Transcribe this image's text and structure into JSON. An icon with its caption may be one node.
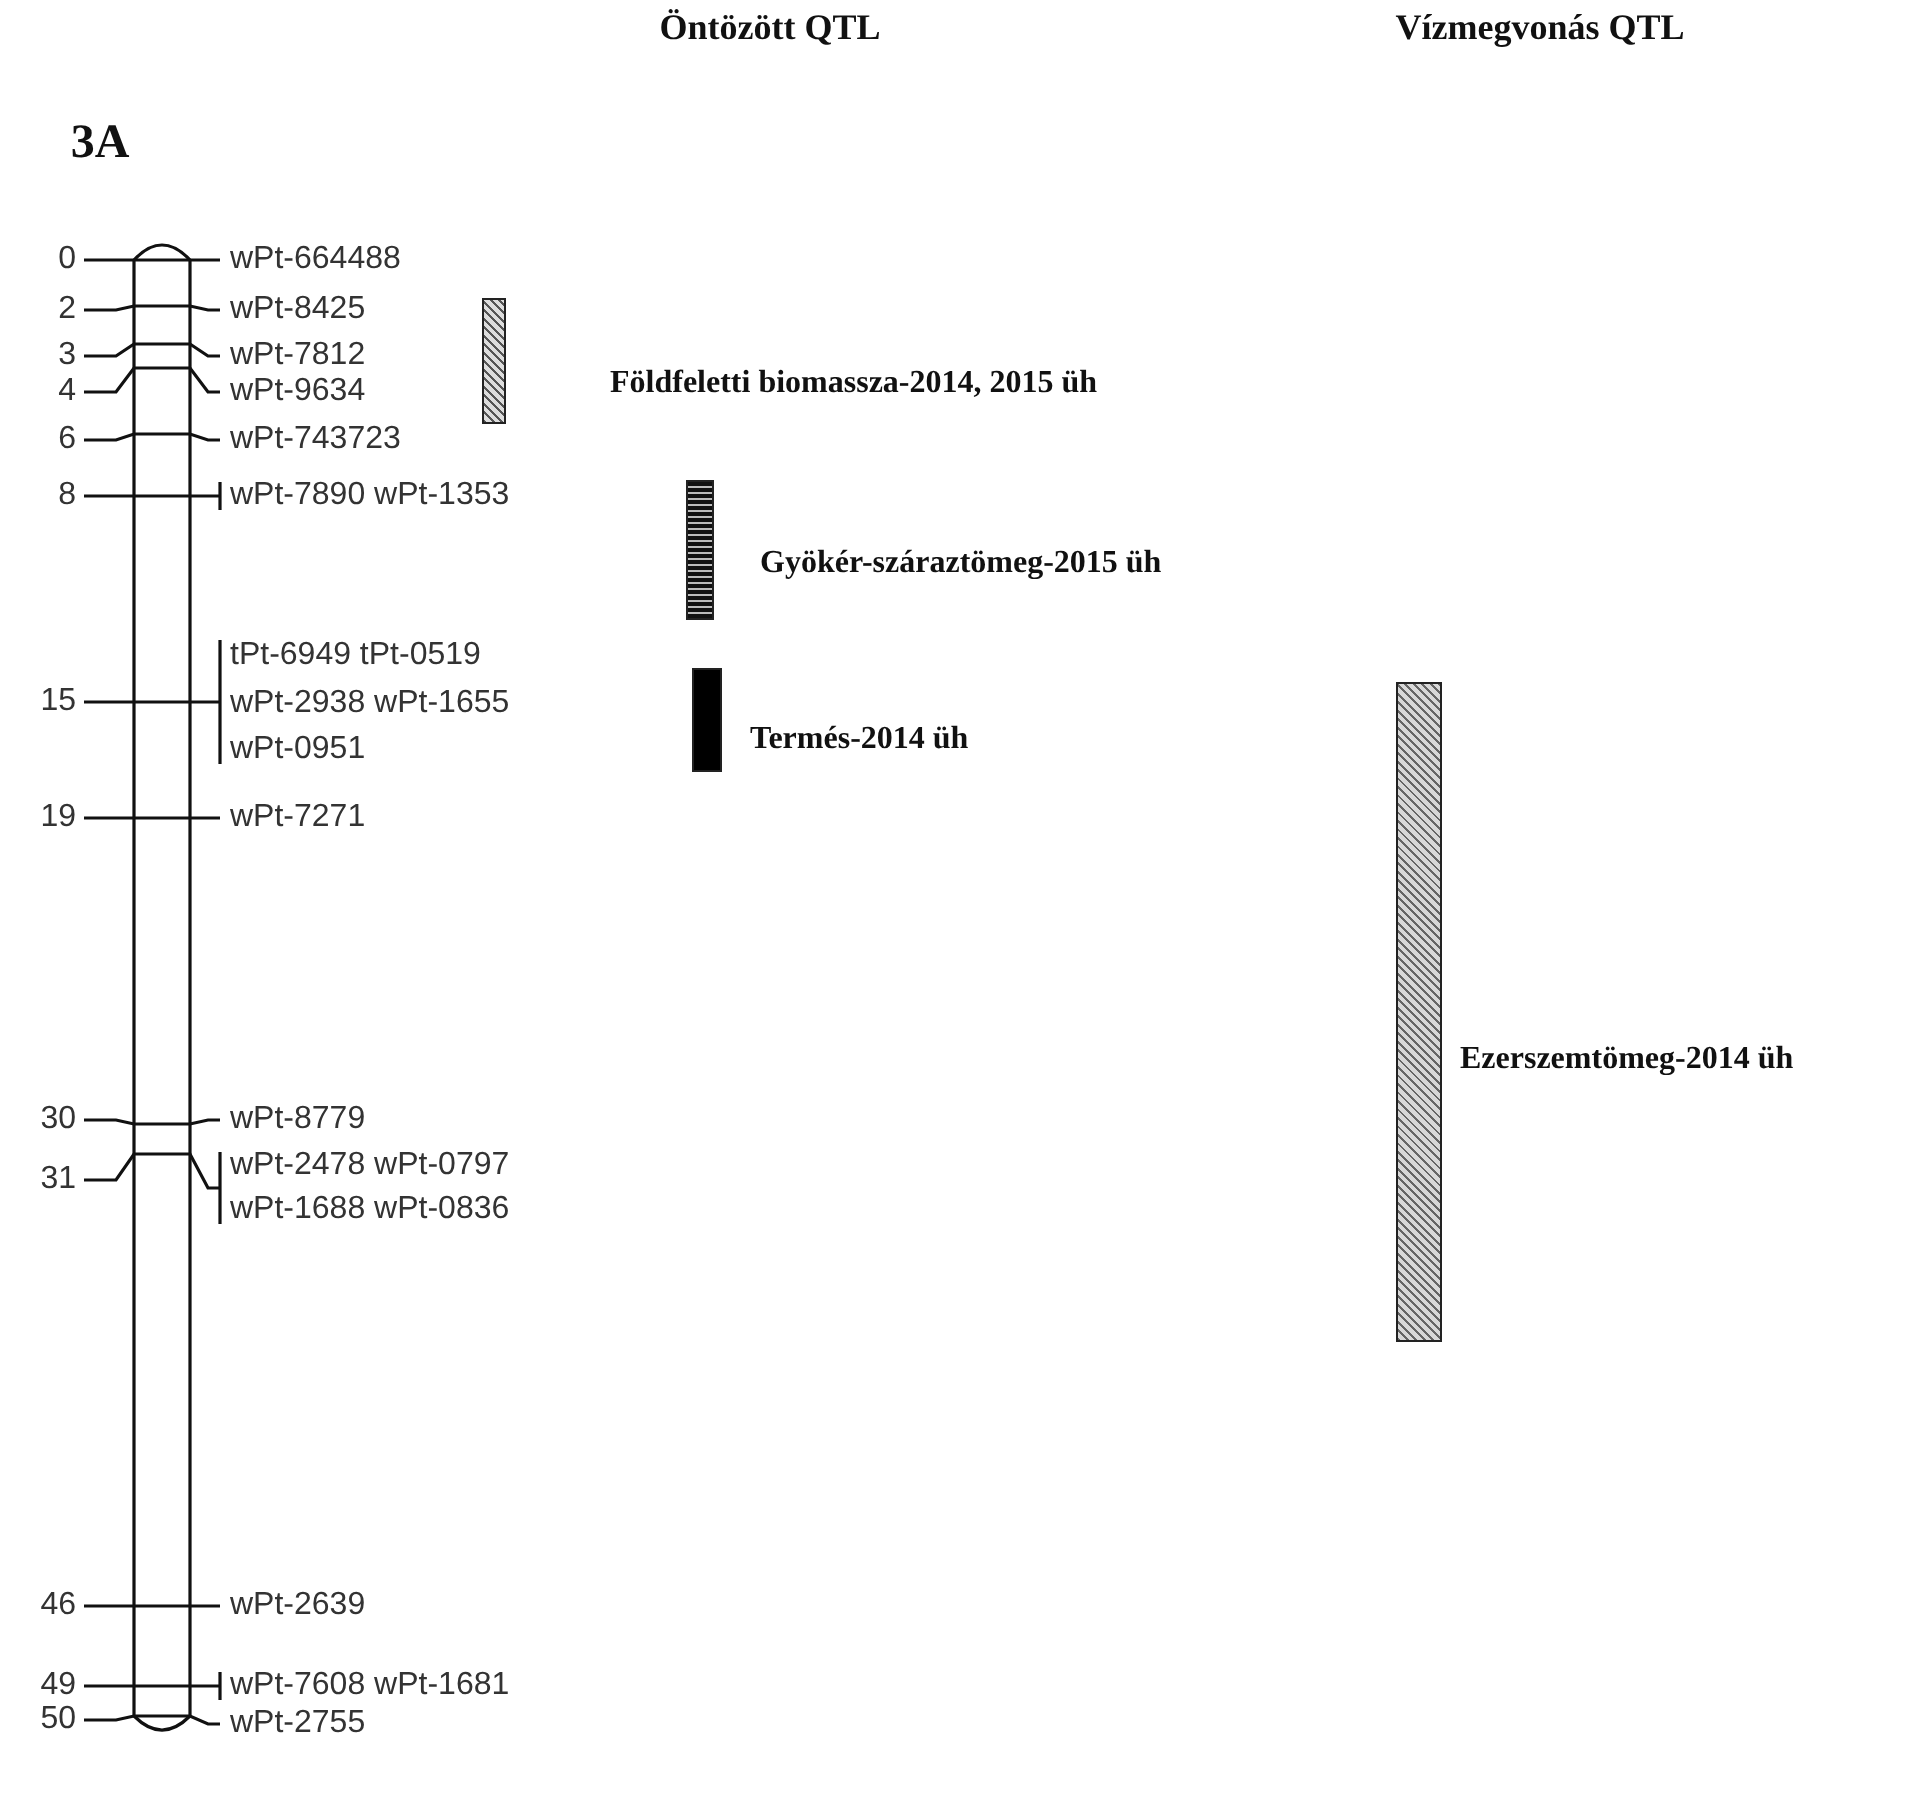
{
  "diagram": {
    "nodes": [
      {
        "text": [],
        "shape": "bar",
        "beside": [
          "Földfeletti biomassza-2014, 2015 üh"
        ]
      },
      {
        "text": [],
        "shape": "bar",
        "beside": [
          "Gyökér-száraztömeg-2015 üh"
        ]
      },
      {
        "text": [],
        "shape": "bar",
        "beside": [
          "Termés-2014 üh"
        ]
      },
      {
        "text": [],
        "shape": "bar",
        "beside": [
          "Ezerszemtömeg-2014 üh"
        ]
      }
    ],
    "labels": [
      "Öntözött QTL",
      "Vízmegvonás QTL",
      "3A",
      "0",
      "wPt-664488",
      "2",
      "wPt-8425",
      "3",
      "wPt-7812",
      "4",
      "wPt-9634",
      "6",
      "wPt-743723",
      "8",
      "wPt-7890 wPt-1353",
      "tPt-6949 tPt-0519",
      "15",
      "wPt-2938 wPt-1655",
      "wPt-0951",
      "19",
      "wPt-7271",
      "30",
      "wPt-8779",
      "31",
      "wPt-2478 wPt-0797",
      "wPt-1688 wPt-0836",
      "46",
      "wPt-2639",
      "49",
      "wPt-7608 wPt-1681",
      "50",
      "wPt-2755"
    ]
  }
}
